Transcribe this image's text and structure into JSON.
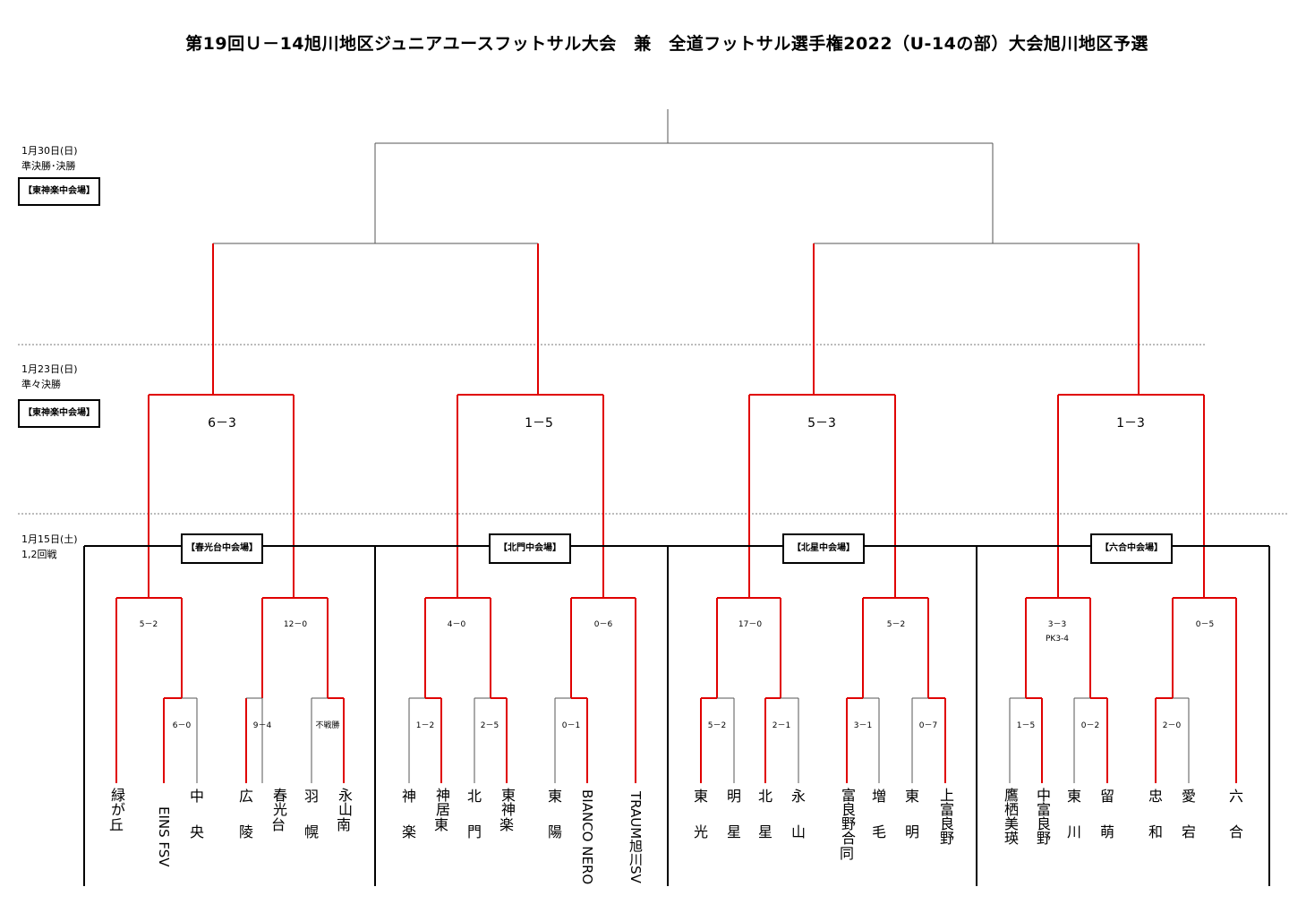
{
  "title": "第19回Ｕ－14旭川地区ジュニアユースフットサル大会　兼　全道フットサル選手権2022（U-14の部）大会旭川地区予選",
  "rounds": [
    {
      "date": "1月30日(日)",
      "stage": "準決勝･決勝",
      "venue": "【東神楽中会場】"
    },
    {
      "date": "1月23日(日)",
      "stage": "準々決勝",
      "venue": "【東神楽中会場】"
    },
    {
      "date": "1月15日(土)",
      "stage": "1,2回戦"
    }
  ],
  "block_venues": [
    "【春光台中会場】",
    "【北門中会場】",
    "【北星中会場】",
    "【六合中会場】"
  ],
  "quarterfinal_scores": [
    "6－3",
    "1－5",
    "5－3",
    "1－3"
  ],
  "second_round_scores": [
    "5－2",
    "12－0",
    "4－0",
    "0－6",
    "17－0",
    "5－2",
    "3－3",
    "0－5"
  ],
  "pk_note": "PK3-4",
  "first_round_scores": [
    "6－0",
    "9－4",
    "不戦勝",
    "1－2",
    "2－5",
    "0－1",
    "5－2",
    "2－1",
    "3－1",
    "0－7",
    "1－5",
    "0－2",
    "2－0"
  ],
  "teams": [
    [
      "緑が",
      "丘"
    ],
    [
      "EINS FSV"
    ],
    [
      "中",
      "央"
    ],
    [
      "広",
      "陵"
    ],
    [
      "春光",
      "台"
    ],
    [
      "羽",
      "幌"
    ],
    [
      "永山",
      "南"
    ],
    [
      "神",
      "楽"
    ],
    [
      "神居",
      "東"
    ],
    [
      "北",
      "門"
    ],
    [
      "東神",
      "楽"
    ],
    [
      "東",
      "陽"
    ],
    [
      "BIANCO NERO"
    ],
    [
      "TRAUM旭川SV"
    ],
    [
      "東",
      "光"
    ],
    [
      "明",
      "星"
    ],
    [
      "北",
      "星"
    ],
    [
      "永",
      "山"
    ],
    [
      "富良",
      "野合",
      "同"
    ],
    [
      "増",
      "毛"
    ],
    [
      "東",
      "明"
    ],
    [
      "上富",
      "良野"
    ],
    [
      "鷹栖",
      "美瑛"
    ],
    [
      "中富",
      "良野"
    ],
    [
      "東",
      "川"
    ],
    [
      "留",
      "萌"
    ],
    [
      "忠",
      "和"
    ],
    [
      "愛",
      "宕"
    ],
    [
      "六",
      "合"
    ]
  ],
  "colors": {
    "winner_line": "#e00000",
    "line": "#555555"
  }
}
